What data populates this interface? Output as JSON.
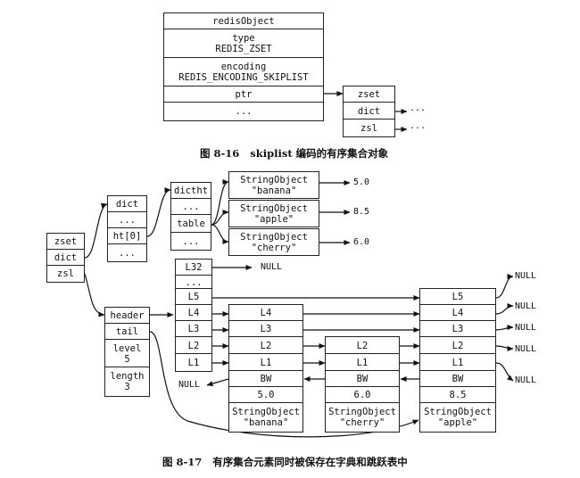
{
  "fig16": {
    "rows": [
      "redisObject",
      "type\nREDIS_ZSET",
      "encoding\nREDIS_ENCODING_SKIPLIST",
      "ptr",
      "..."
    ],
    "zset": [
      "zset",
      "dict",
      "zsl"
    ],
    "ellipsis": "...",
    "caption": "图 8-16   skiplist 编码的有序集合对象"
  },
  "fig17": {
    "zset": [
      "zset",
      "dict",
      "zsl"
    ],
    "dict": [
      "dict",
      "...",
      "ht[0]",
      "..."
    ],
    "dictht": [
      "dictht",
      "...",
      "table",
      "..."
    ],
    "entries": [
      {
        "key": "StringObject\n\"banana\"",
        "score": "5.0"
      },
      {
        "key": "StringObject\n\"apple\"",
        "score": "8.5"
      },
      {
        "key": "StringObject\n\"cherry\"",
        "score": "6.0"
      }
    ],
    "zsl": [
      "header",
      "tail",
      "level\n5",
      "length\n3"
    ],
    "header_levels": [
      "L32",
      "...",
      "L5",
      "L4",
      "L3",
      "L2",
      "L1"
    ],
    "null": "NULL",
    "node1": {
      "levels": [
        "L4",
        "L3",
        "L2",
        "L1"
      ],
      "bw": "BW",
      "score": "5.0",
      "obj": "StringObject\n\"banana\""
    },
    "node2": {
      "levels": [
        "L2",
        "L1"
      ],
      "bw": "BW",
      "score": "6.0",
      "obj": "StringObject\n\"cherry\""
    },
    "node3": {
      "levels": [
        "L5",
        "L4",
        "L3",
        "L2",
        "L1"
      ],
      "bw": "BW",
      "score": "8.5",
      "obj": "StringObject\n\"apple\""
    },
    "caption": "图 8-17   有序集合元素同时被保存在字典和跳跃表中"
  }
}
